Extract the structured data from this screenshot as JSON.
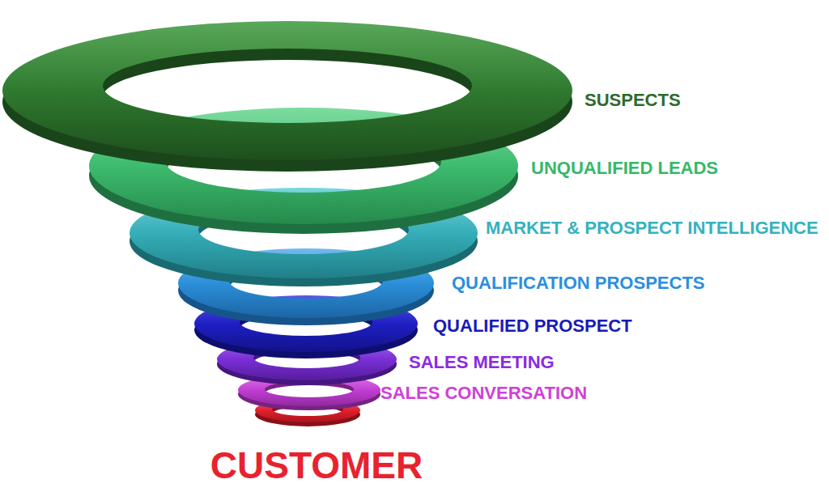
{
  "diagram": {
    "labels": [
      "SUSPECTS",
      "UNQUALIFIED LEADS",
      "MARKET & PROSPECT INTELLIGENCE",
      "QUALIFICATION PROSPECTS",
      "QUALIFIED PROSPECT",
      "SALES MEETING",
      "SALES CONVERSATION",
      "CUSTOMER"
    ]
  }
}
